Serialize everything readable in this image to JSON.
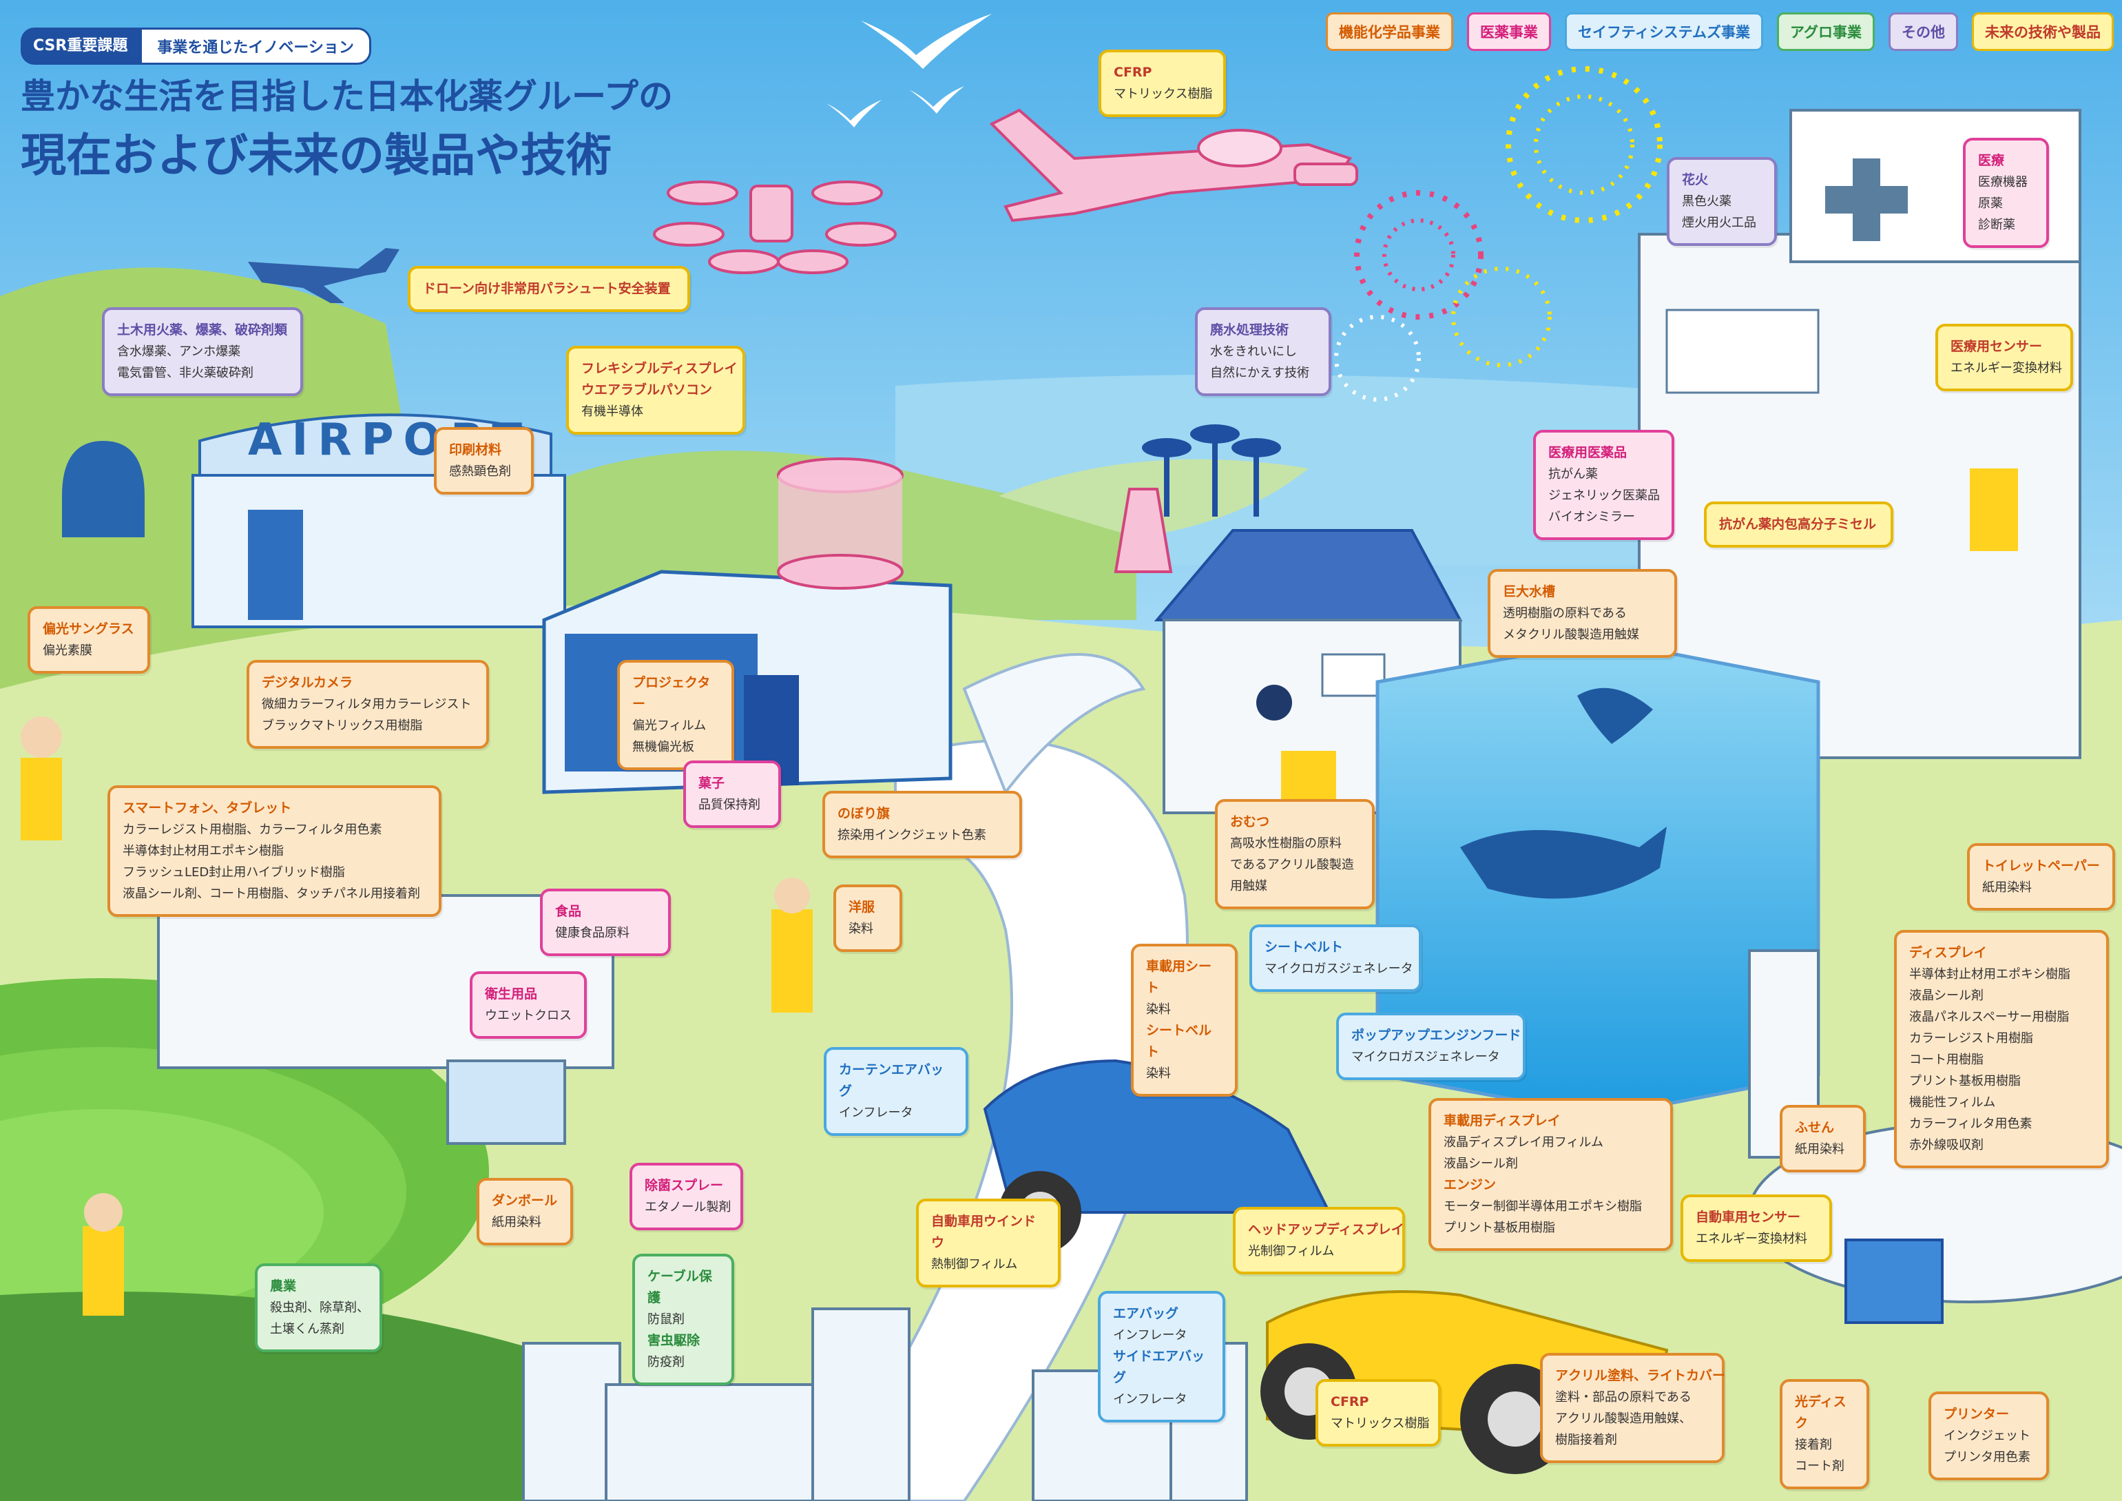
{
  "header": {
    "tag_csr": "CSR重要課題",
    "tag_topic": "事業を通じたイノベーション",
    "title_line1": "豊かな生活を目指した日本化薬グループの",
    "title_line2": "現在および未来の製品や技術"
  },
  "legend": [
    {
      "label": "機能化学品事業",
      "bg": "#fde7c9",
      "border": "#e08a2c",
      "color": "#d35b00"
    },
    {
      "label": "医薬事業",
      "bg": "#fde2ee",
      "border": "#e0409a",
      "color": "#d31f7a"
    },
    {
      "label": "セイフティシステムズ事業",
      "bg": "#def0fb",
      "border": "#4aa8e0",
      "color": "#1f6fc0"
    },
    {
      "label": "アグロ事業",
      "bg": "#def2dc",
      "border": "#4bb060",
      "color": "#2a8c3c"
    },
    {
      "label": "その他",
      "bg": "#e6e1f4",
      "border": "#8a7cc4",
      "color": "#5e4ea6"
    },
    {
      "label": "未来の技術や製品",
      "bg": "#fff4a8",
      "border": "#e6b800",
      "color": "#c0392b"
    }
  ],
  "scene": {
    "airport_sign": "AIRPORT"
  },
  "callouts": {
    "cfrp_top": {
      "title": "CFRP",
      "lines": [
        "マトリックス樹脂"
      ]
    },
    "drone": {
      "title": "ドローン向け非常用パラシュート安全装置",
      "lines": []
    },
    "civil": {
      "title": "土木用火薬、爆薬、破砕剤類",
      "lines": [
        "含水爆薬、アンホ爆薬",
        "電気雷管、非火薬破砕剤"
      ]
    },
    "flexible": {
      "title": "フレキシブルディスプレイ",
      "title2": "ウエアラブルパソコン",
      "lines": [
        "有機半導体"
      ]
    },
    "printing": {
      "title": "印刷材料",
      "lines": [
        "感熱顕色剤"
      ]
    },
    "wastewater": {
      "title": "廃水処理技術",
      "lines": [
        "水をきれいにし",
        "自然にかえす技術"
      ]
    },
    "fireworks": {
      "title": "花火",
      "lines": [
        "黒色火薬",
        "煙火用火工品"
      ]
    },
    "medical": {
      "title": "医療",
      "lines": [
        "医療機器",
        "原薬",
        "診断薬"
      ]
    },
    "med_sensor": {
      "title": "医療用センサー",
      "lines": [
        "エネルギー変換材料"
      ]
    },
    "med_drug": {
      "title": "医療用医薬品",
      "lines": [
        "抗がん薬",
        "ジェネリック医薬品",
        "バイオシミラー"
      ]
    },
    "micelle": {
      "title": "抗がん薬内包高分子ミセル",
      "lines": []
    },
    "sunglass": {
      "title": "偏光サングラス",
      "lines": [
        "偏光素膜"
      ]
    },
    "camera": {
      "title": "デジタルカメラ",
      "lines": [
        "微細カラーフィルタ用カラーレジスト",
        "ブラックマトリックス用樹脂"
      ]
    },
    "projector": {
      "title": "プロジェクター",
      "lines": [
        "偏光フィルム",
        "無機偏光板"
      ]
    },
    "aquarium": {
      "title": "巨大水槽",
      "lines": [
        "透明樹脂の原料である",
        "メタクリル酸製造用触媒"
      ]
    },
    "smartphone": {
      "title": "スマートフォン、タブレット",
      "lines": [
        "カラーレジスト用樹脂、カラーフィルタ用色素",
        "半導体封止材用エポキシ樹脂",
        "フラッシュLED封止用ハイブリッド樹脂",
        "液晶シール剤、コート用樹脂、タッチパネル用接着剤"
      ]
    },
    "snack": {
      "title": "菓子",
      "lines": [
        "品質保持剤"
      ]
    },
    "banner": {
      "title": "のぼり旗",
      "lines": [
        "捺染用インクジェット色素"
      ]
    },
    "diaper": {
      "title": "おむつ",
      "lines": [
        "高吸水性樹脂の原料",
        "であるアクリル酸製造",
        "用触媒"
      ]
    },
    "toilet": {
      "title": "トイレットペーパー",
      "lines": [
        "紙用染料"
      ]
    },
    "food": {
      "title": "食品",
      "lines": [
        "健康食品原料"
      ]
    },
    "clothes": {
      "title": "洋服",
      "lines": [
        "染料"
      ]
    },
    "display": {
      "title": "ディスプレイ",
      "lines": [
        "半導体封止材用エポキシ樹脂",
        "液晶シール剤",
        "液晶パネルスペーサー用樹脂",
        "カラーレジスト用樹脂",
        "コート用樹脂",
        "プリント基板用樹脂",
        "機能性フィルム",
        "カラーフィルタ用色素",
        "赤外線吸収剤"
      ]
    },
    "hygiene": {
      "title": "衛生用品",
      "lines": [
        "ウエットクロス"
      ]
    },
    "car_seat": {
      "title": "車載用シート",
      "lines": [
        "染料"
      ],
      "title2": "シートベルト",
      "lines2": [
        "染料"
      ]
    },
    "seatbelt": {
      "title": "シートベルト",
      "lines": [
        "マイクロガスジェネレータ"
      ]
    },
    "popup": {
      "title": "ポップアップエンジンフード",
      "lines": [
        "マイクロガスジェネレータ"
      ]
    },
    "curtain": {
      "title": "カーテンエアバッグ",
      "lines": [
        "インフレータ"
      ]
    },
    "car_display": {
      "title": "車載用ディスプレイ",
      "lines": [
        "液晶ディスプレイ用フィルム",
        "液晶シール剤"
      ],
      "title2": "エンジン",
      "lines2": [
        "モーター制御半導体用エポキシ樹脂",
        "プリント基板用樹脂"
      ]
    },
    "sticky": {
      "title": "ふせん",
      "lines": [
        "紙用染料"
      ]
    },
    "cardboard": {
      "title": "ダンボール",
      "lines": [
        "紙用染料"
      ]
    },
    "spray": {
      "title": "除菌スプレー",
      "lines": [
        "エタノール製剤"
      ]
    },
    "window": {
      "title": "自動車用ウインドウ",
      "lines": [
        "熱制御フィルム"
      ]
    },
    "hud": {
      "title": "ヘッドアップディスプレイ",
      "lines": [
        "光制御フィルム"
      ]
    },
    "car_sensor": {
      "title": "自動車用センサー",
      "lines": [
        "エネルギー変換材料"
      ]
    },
    "agri": {
      "title": "農業",
      "lines": [
        "殺虫剤、除草剤、",
        "土壌くん蒸剤"
      ]
    },
    "cable": {
      "title": "ケーブル保護",
      "lines": [
        "防鼠剤"
      ],
      "title2": "害虫駆除",
      "lines2": [
        "防疫剤"
      ]
    },
    "airbag": {
      "title": "エアバッグ",
      "lines": [
        "インフレータ"
      ],
      "title2": "サイドエアバッグ",
      "lines2": [
        "インフレータ"
      ]
    },
    "acrylic": {
      "title": "アクリル塗料、ライトカバー",
      "lines": [
        "塗料・部品の原料である",
        "アクリル酸製造用触媒、",
        "樹脂接着剤"
      ]
    },
    "cfrp_bottom": {
      "title": "CFRP",
      "lines": [
        "マトリックス樹脂"
      ]
    },
    "disc": {
      "title": "光ディスク",
      "lines": [
        "接着剤",
        "コート剤"
      ]
    },
    "printer": {
      "title": "プリンター",
      "lines": [
        "インクジェット",
        "プリンタ用色素"
      ]
    }
  }
}
